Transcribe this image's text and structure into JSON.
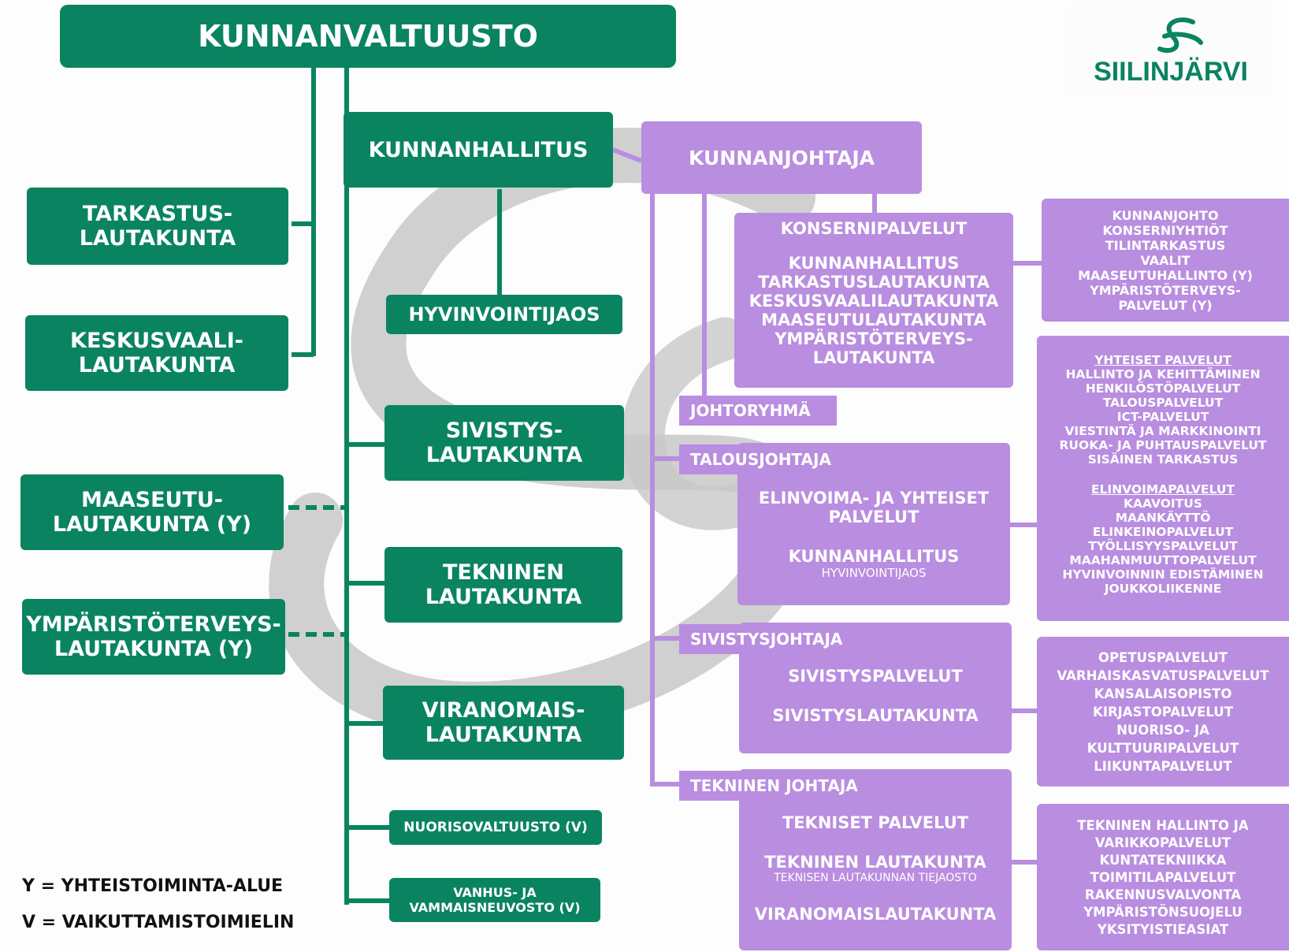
{
  "title": "KUNNANVALTUUSTO",
  "logo": {
    "name": "SIILINJÄRVI",
    "color": "#0a8460"
  },
  "colors": {
    "council": "#0a8460",
    "management": "#b98de0",
    "watermark": "#cccccc"
  },
  "council_side": {
    "tarkastus": [
      "TARKASTUS-",
      "LAUTAKUNTA"
    ],
    "keskusvaali": [
      "KESKUSVAALI-",
      "LAUTAKUNTA"
    ],
    "maaseutu": [
      "MAASEUTU-",
      "LAUTAKUNTA (Y)"
    ],
    "ymparisto": [
      "YMPÄRISTÖTERVEYS-",
      "LAUTAKUNTA (Y)"
    ]
  },
  "hallitus": {
    "title": "KUNNANHALLITUS",
    "hyvinvointijaos": "HYVINVOINTIJAOS",
    "sivistys": [
      "SIVISTYS-",
      "LAUTAKUNTA"
    ],
    "tekninen": [
      "TEKNINEN",
      "LAUTAKUNTA"
    ],
    "viranomais": [
      "VIRANOMAIS-",
      "LAUTAKUNTA"
    ],
    "nuoriso": "NUORISOVALTUUSTO (V)",
    "vanhus": [
      "VANHUS- JA",
      "VAMMAISNEUVOSTO (V)"
    ]
  },
  "johtaja": {
    "title": "KUNNANJOHTAJA",
    "johtoryhma": "JOHTORYHMÄ",
    "konserni": {
      "title": "KONSERNIPALVELUT",
      "items": [
        "KUNNANHALLITUS",
        "TARKASTUSLAUTAKUNTA",
        "KESKUSVAALILAUTAKUNTA",
        "MAASEUTULAUTAKUNTA",
        "YMPÄRISTÖTERVEYS-",
        "LAUTAKUNTA"
      ],
      "details": [
        "KUNNANJOHTO",
        "KONSERNIYHTIÖT",
        "TILINTARKASTUS",
        "VAALIT",
        "MAASEUTUHALLINTO (Y)",
        "YMPÄRISTÖTERVEYS-",
        "PALVELUT (Y)"
      ]
    },
    "talous": {
      "label": "TALOUSJOHTAJA",
      "title": [
        "ELINVOIMA- JA YHTEISET",
        "PALVELUT"
      ],
      "board": "KUNNANHALLITUS",
      "sub": "HYVINVOINTIJAOS",
      "yhteiset_title": "YHTEISET PALVELUT",
      "yhteiset": [
        "HALLINTO JA KEHITTÄMINEN",
        "HENKILÖSTÖPALVELUT",
        "TALOUSPALVELUT",
        "ICT-PALVELUT",
        "VIESTINTÄ JA MARKKINOINTI",
        "RUOKA- JA PUHTAUSPALVELUT",
        "SISÄINEN TARKASTUS"
      ],
      "elinvoima_title": "ELINVOIMAPALVELUT",
      "elinvoima": [
        "KAAVOITUS",
        "MAANKÄYTTÖ",
        "ELINKEINOPALVELUT",
        "TYÖLLISYYSPALVELUT",
        "MAAHANMUUTTOPALVELUT",
        "HYVINVOINNIN EDISTÄMINEN",
        "JOUKKOLIIKENNE"
      ]
    },
    "sivistys": {
      "label": "SIVISTYSJOHTAJA",
      "title": "SIVISTYSPALVELUT",
      "board": "SIVISTYSLAUTAKUNTA",
      "details": [
        "OPETUSPALVELUT",
        "VARHAISKASVATUSPALVELUT",
        "KANSALAISOPISTO",
        "KIRJASTOPALVELUT",
        "NUORISO- JA",
        "KULTTUURIPALVELUT",
        "LIIKUNTAPALVELUT"
      ]
    },
    "tekninen": {
      "label": "TEKNINEN JOHTAJA",
      "title": "TEKNISET PALVELUT",
      "board": "TEKNINEN LAUTAKUNTA",
      "sub": "TEKNISEN LAUTAKUNNAN TIEJAOSTO",
      "board2": "VIRANOMAISLAUTAKUNTA",
      "details": [
        "TEKNINEN HALLINTO JA",
        "VARIKKOPALVELUT",
        "KUNTATEKNIIKKA",
        "TOIMITILAPALVELUT",
        "RAKENNUSVALVONTA",
        "YMPÄRISTÖNSUOJELU",
        "YKSITYISTIEASIAT"
      ]
    }
  },
  "legend": [
    "Y = YHTEISTOIMINTA-ALUE",
    "V = VAIKUTTAMISTOIMIELIN"
  ]
}
